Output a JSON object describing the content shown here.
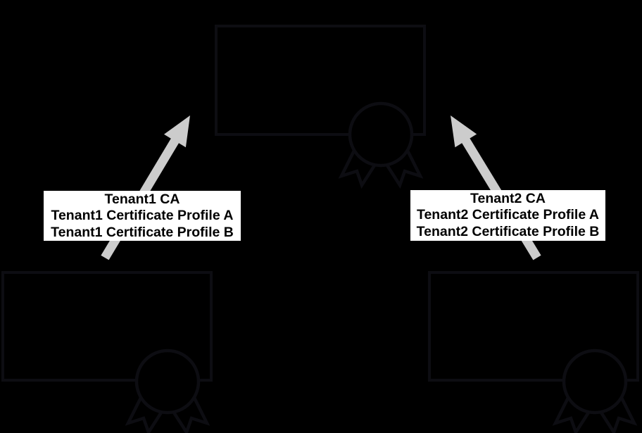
{
  "colors": {
    "background": "#000000",
    "box_outline": "#0d0d12",
    "arrow": "#cccccc",
    "label_background": "#ffffff",
    "label_text": "#000000"
  },
  "icons": {
    "seal": "certificate-seal-icon"
  },
  "labels": {
    "tenant1": {
      "lines": [
        "Tenant1 CA",
        "Tenant1 Certificate Profile A",
        "Tenant1 Certificate Profile B"
      ]
    },
    "tenant2": {
      "lines": [
        "Tenant2 CA",
        "Tenant2 Certificate Profile A",
        "Tenant2 Certificate Profile B"
      ]
    }
  },
  "arrows": [
    {
      "name": "arrow-tenant1-to-root",
      "from": "tenant1-certificate-box",
      "to": "root-certificate-box"
    },
    {
      "name": "arrow-tenant2-to-root",
      "from": "tenant2-certificate-box",
      "to": "root-certificate-box"
    }
  ]
}
